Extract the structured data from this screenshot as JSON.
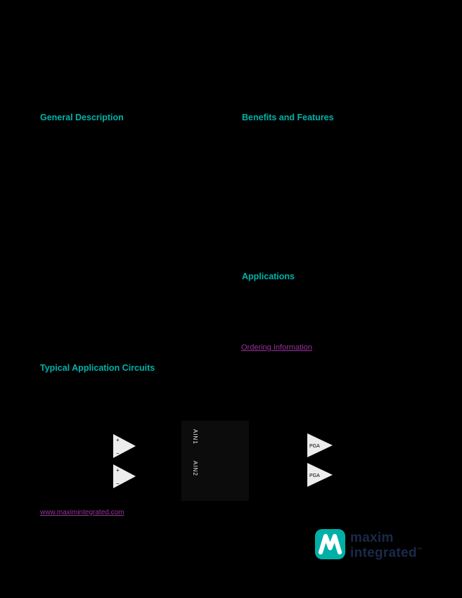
{
  "colors": {
    "background": "#000000",
    "heading_teal": "#00b2a9",
    "link_purple": "#993399",
    "logo_teal": "#00b0a6",
    "logo_text_navy": "#1b2a4a",
    "diagram_white": "#ededed"
  },
  "sections": {
    "general_description": "General Description",
    "benefits_and_features": "Benefits and Features",
    "applications": "Applications",
    "typical_application_circuits": "Typical Application Circuits"
  },
  "links": {
    "ordering_information": "Ordering Information",
    "footer": "www.maximintegrated.com"
  },
  "diagram": {
    "amp_plus": "+",
    "amp_minus": "−",
    "pga1_label": "PGA",
    "pga2_label": "PGA",
    "chip_pin1": "AIN1",
    "chip_pin2": "AIN2"
  },
  "logo": {
    "line1": "maxim",
    "line2": "integrated",
    "trademark": "™"
  }
}
